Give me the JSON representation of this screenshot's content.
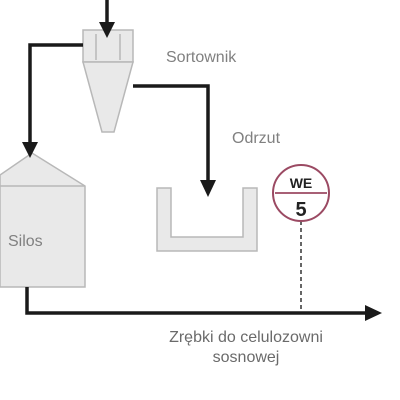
{
  "labels": {
    "sortownik": "Sortownik",
    "odrzut": "Odrzut",
    "silos": "Silos",
    "output_line1": "Zrębki do celulozowni",
    "output_line2": "sosnowej"
  },
  "badge": {
    "top": "WE",
    "bottom": "5"
  },
  "colors": {
    "flow_line": "#1a1a1a",
    "equipment_fill": "#e9e9e9",
    "equipment_stroke": "#b8b8b8",
    "badge_ring": "#9b4a63",
    "label_text": "#808080"
  }
}
